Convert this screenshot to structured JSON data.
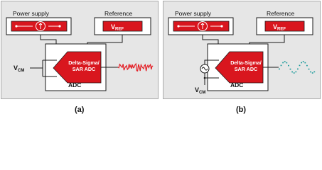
{
  "panels": [
    {
      "caption": "(a)",
      "power_supply_label": "Power supply",
      "reference_label": "Reference",
      "vref_main": "V",
      "vref_sub": "REF",
      "vcm_main": "V",
      "vcm_sub": "CM",
      "adc_block_line1": "Delta-Sigma/",
      "adc_block_line2": "SAR ADC",
      "adc_label": "ADC",
      "output_signal": "noise-waveform",
      "output_color": "#e41c23"
    },
    {
      "caption": "(b)",
      "power_supply_label": "Power supply",
      "reference_label": "Reference",
      "vref_main": "V",
      "vref_sub": "REF",
      "vcm_main": "V",
      "vcm_sub": "CM",
      "adc_block_line1": "Delta-Sigma/",
      "adc_block_line2": "SAR ADC",
      "adc_label": "ADC",
      "output_signal": "stepped-sine-waveform",
      "output_color": "#1a9a9a"
    }
  ],
  "colors": {
    "block_red": "#d9161e",
    "panel_gray": "#e6e6e6",
    "wire": "#1a1a1a"
  }
}
